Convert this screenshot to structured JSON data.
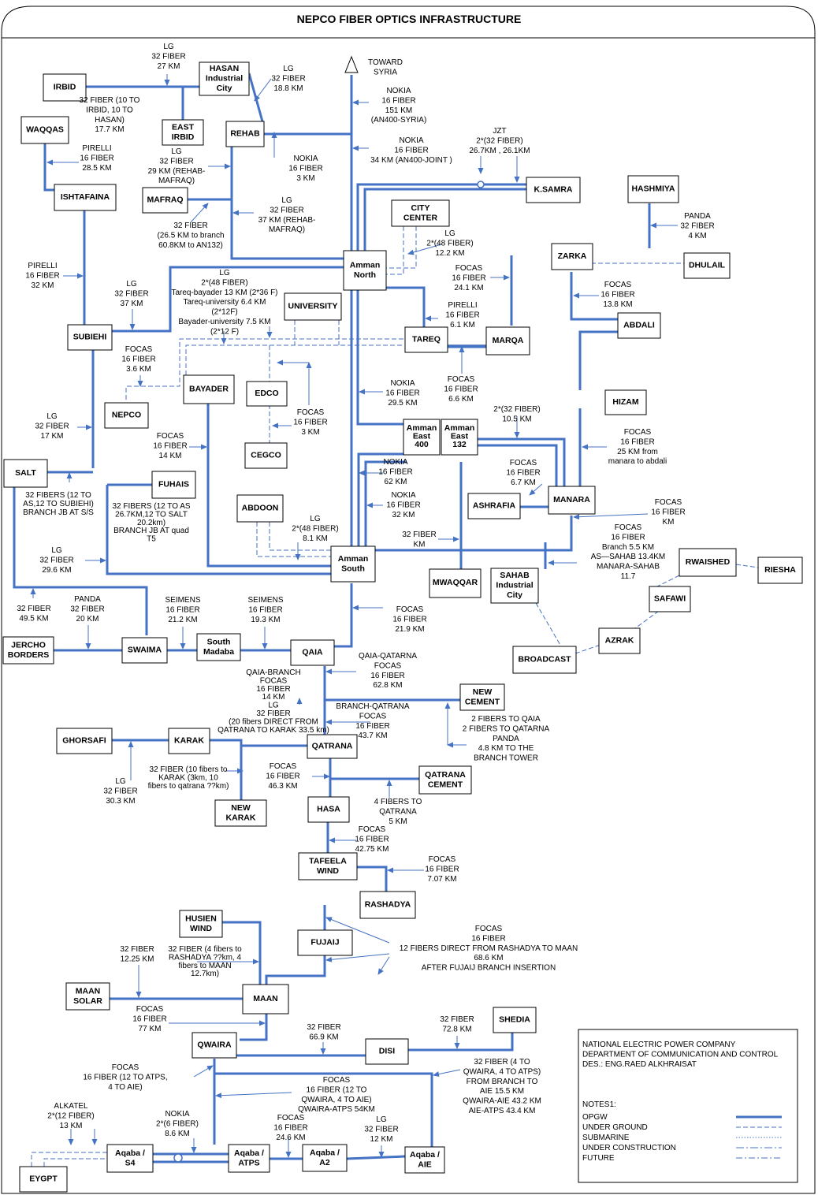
{
  "title": "NEPCO FIBER OPTICS INFRASTRUCTURE",
  "colors": {
    "opgw": "#4472C4",
    "ground": "#4472C4",
    "text": "#000000",
    "frame": "#000000"
  },
  "nodes": [
    {
      "id": "irbid",
      "lines": [
        "IRBID"
      ]
    },
    {
      "id": "hasan",
      "lines": [
        "HASAN",
        "Industrial",
        "City"
      ]
    },
    {
      "id": "east_irbid",
      "lines": [
        "EAST",
        "IRBID"
      ]
    },
    {
      "id": "rehab",
      "lines": [
        "REHAB"
      ]
    },
    {
      "id": "waqqas",
      "lines": [
        "WAQQAS"
      ]
    },
    {
      "id": "ishtafaina",
      "lines": [
        "ISHTAFAINA"
      ]
    },
    {
      "id": "mafraq",
      "lines": [
        "MAFRAQ"
      ]
    },
    {
      "id": "ksamra",
      "lines": [
        "K.SAMRA"
      ]
    },
    {
      "id": "hashmiya",
      "lines": [
        "HASHMIYA"
      ]
    },
    {
      "id": "city_center",
      "lines": [
        "CITY",
        "CENTER"
      ]
    },
    {
      "id": "zarka",
      "lines": [
        "ZARKA"
      ]
    },
    {
      "id": "dhulail",
      "lines": [
        "DHULAIL"
      ]
    },
    {
      "id": "amman_north",
      "lines": [
        "Amman",
        "North"
      ]
    },
    {
      "id": "university",
      "lines": [
        "UNIVERSITY"
      ]
    },
    {
      "id": "subiehi",
      "lines": [
        "SUBIEHI"
      ]
    },
    {
      "id": "tareq",
      "lines": [
        "TAREQ"
      ]
    },
    {
      "id": "marqa",
      "lines": [
        "MARQA"
      ]
    },
    {
      "id": "abdali",
      "lines": [
        "ABDALI"
      ]
    },
    {
      "id": "bayader",
      "lines": [
        "BAYADER"
      ]
    },
    {
      "id": "edco",
      "lines": [
        "EDCO"
      ]
    },
    {
      "id": "nepco",
      "lines": [
        "NEPCO"
      ]
    },
    {
      "id": "hizam",
      "lines": [
        "HIZAM"
      ]
    },
    {
      "id": "amman_east_400",
      "lines": [
        "Amman",
        "East",
        "400"
      ]
    },
    {
      "id": "amman_east_132",
      "lines": [
        "Amman",
        "East",
        "132"
      ]
    },
    {
      "id": "cegco",
      "lines": [
        "CEGCO"
      ]
    },
    {
      "id": "salt",
      "lines": [
        "SALT"
      ]
    },
    {
      "id": "fuhais",
      "lines": [
        "FUHAIS"
      ]
    },
    {
      "id": "ashrafia",
      "lines": [
        "ASHRAFIA"
      ]
    },
    {
      "id": "manara",
      "lines": [
        "MANARA"
      ]
    },
    {
      "id": "abdoon",
      "lines": [
        "ABDOON"
      ]
    },
    {
      "id": "amman_south",
      "lines": [
        "Amman",
        "South"
      ]
    },
    {
      "id": "mwaqqar",
      "lines": [
        "MWAQQAR"
      ]
    },
    {
      "id": "sahab",
      "lines": [
        "SAHAB",
        "Industrial",
        "City"
      ]
    },
    {
      "id": "rwaished",
      "lines": [
        "RWAISHED"
      ]
    },
    {
      "id": "riesha",
      "lines": [
        "RIESHA"
      ]
    },
    {
      "id": "safawi",
      "lines": [
        "SAFAWI"
      ]
    },
    {
      "id": "azrak",
      "lines": [
        "AZRAK"
      ]
    },
    {
      "id": "broadcast",
      "lines": [
        "BROADCAST"
      ]
    },
    {
      "id": "jercho",
      "lines": [
        "JERCHO",
        "BORDERS"
      ]
    },
    {
      "id": "swaima",
      "lines": [
        "SWAIMA"
      ]
    },
    {
      "id": "south_madaba",
      "lines": [
        "South",
        "Madaba"
      ]
    },
    {
      "id": "qaia",
      "lines": [
        "QAIA"
      ]
    },
    {
      "id": "new_cement",
      "lines": [
        "NEW",
        "CEMENT"
      ]
    },
    {
      "id": "ghorsafi",
      "lines": [
        "GHORSAFI"
      ]
    },
    {
      "id": "karak",
      "lines": [
        "KARAK"
      ]
    },
    {
      "id": "qatrana",
      "lines": [
        "QATRANA"
      ]
    },
    {
      "id": "qatrana_cement",
      "lines": [
        "QATRANA",
        "CEMENT"
      ]
    },
    {
      "id": "new_karak",
      "lines": [
        "NEW",
        "KARAK"
      ]
    },
    {
      "id": "hasa",
      "lines": [
        "HASA"
      ]
    },
    {
      "id": "tafeela",
      "lines": [
        "TAFEELA",
        "WIND"
      ]
    },
    {
      "id": "rashadya",
      "lines": [
        "RASHADYA"
      ]
    },
    {
      "id": "husien",
      "lines": [
        "HUSIEN",
        "WIND"
      ]
    },
    {
      "id": "fujaij",
      "lines": [
        "FUJAIJ"
      ]
    },
    {
      "id": "maan_solar",
      "lines": [
        "MAAN",
        "SOLAR"
      ]
    },
    {
      "id": "maan",
      "lines": [
        "MAAN"
      ]
    },
    {
      "id": "shedia",
      "lines": [
        "SHEDIA"
      ]
    },
    {
      "id": "qwaira",
      "lines": [
        "QWAIRA"
      ]
    },
    {
      "id": "disi",
      "lines": [
        "DISI"
      ]
    },
    {
      "id": "aqaba_s4",
      "lines": [
        "Aqaba /",
        "S4"
      ]
    },
    {
      "id": "aqaba_atps",
      "lines": [
        "Aqaba /",
        "ATPS"
      ]
    },
    {
      "id": "aqaba_a2",
      "lines": [
        "Aqaba /",
        "A2"
      ]
    },
    {
      "id": "aqaba_aie",
      "lines": [
        "Aqaba /",
        "AIE"
      ]
    },
    {
      "id": "egypt",
      "lines": [
        "EYGPT"
      ]
    }
  ],
  "labels": [
    {
      "id": "l_syria",
      "lines": [
        "TOWARD",
        "SYRIA"
      ]
    },
    {
      "id": "l1",
      "lines": [
        "LG",
        "32 FIBER",
        "27 KM"
      ]
    },
    {
      "id": "l2",
      "lines": [
        "LG",
        "32 FIBER",
        "18.8 KM"
      ]
    },
    {
      "id": "l3",
      "lines": [
        "32 FIBER (10 TO",
        "IRBID, 10 TO",
        "HASAN)",
        "17.7 KM"
      ]
    },
    {
      "id": "l4",
      "lines": [
        "NOKIA",
        "16 FIBER",
        "151 KM",
        "(AN400-SYRIA)"
      ]
    },
    {
      "id": "l5",
      "lines": [
        "PIRELLI",
        "16 FIBER",
        "28.5 KM"
      ]
    },
    {
      "id": "l6",
      "lines": [
        "LG",
        "32 FIBER",
        "29 KM (REHAB-",
        "MAFRAQ)"
      ]
    },
    {
      "id": "l7",
      "lines": [
        "NOKIA",
        "16 FIBER",
        "3 KM"
      ]
    },
    {
      "id": "l8",
      "lines": [
        "NOKIA",
        "16 FIBER",
        "34 KM (AN400-JOINT )"
      ]
    },
    {
      "id": "l9",
      "lines": [
        "JZT",
        "2*(32 FIBER)",
        "26.7KM , 26.1KM"
      ]
    },
    {
      "id": "l10",
      "lines": [
        "LG",
        "32 FIBER",
        "37 KM (REHAB-",
        "MAFRAQ)"
      ]
    },
    {
      "id": "l11",
      "lines": [
        "32 FIBER",
        "(26.5 KM to branch",
        "60.8KM to AN132)"
      ]
    },
    {
      "id": "l12",
      "lines": [
        "PANDA",
        "32 FIBER",
        "4 KM"
      ]
    },
    {
      "id": "l13",
      "lines": [
        "LG",
        "2*(48 FIBER)",
        "12.2 KM"
      ]
    },
    {
      "id": "l14",
      "lines": [
        "PIRELLI",
        "16 FIBER",
        "32 KM"
      ]
    },
    {
      "id": "l15",
      "lines": [
        "LG",
        "32 FIBER",
        "37 KM"
      ]
    },
    {
      "id": "l16",
      "lines": [
        "LG",
        "2*(48 FIBER)",
        "Tareq-bayader 13 KM (2*36 F)",
        "Tareq-university 6.4 KM",
        "(2*12F)",
        "Bayader-university 7.5 KM",
        "(2*12 F)"
      ]
    },
    {
      "id": "l17",
      "lines": [
        "FOCAS",
        "16 FIBER",
        "24.1 KM"
      ]
    },
    {
      "id": "l18",
      "lines": [
        "FOCAS",
        "16 FIBER",
        "13.8 KM"
      ]
    },
    {
      "id": "l19",
      "lines": [
        "PIRELLI",
        "16 FIBER",
        "6.1 KM"
      ]
    },
    {
      "id": "l20",
      "lines": [
        "FOCAS",
        "16 FIBER",
        "3.6 KM"
      ]
    },
    {
      "id": "l21",
      "lines": [
        "NOKIA",
        "16 FIBER",
        "29.5 KM"
      ]
    },
    {
      "id": "l22",
      "lines": [
        "FOCAS",
        "16 FIBER",
        "6.6 KM"
      ]
    },
    {
      "id": "l23",
      "lines": [
        "2*(32 FIBER)",
        "10.5 KM"
      ]
    },
    {
      "id": "l24",
      "lines": [
        "FOCAS",
        "16 FIBER",
        "3 KM"
      ]
    },
    {
      "id": "l25",
      "lines": [
        "LG",
        "32 FIBER",
        "17 KM"
      ]
    },
    {
      "id": "l26",
      "lines": [
        "FOCAS",
        "16 FIBER",
        "14 KM"
      ]
    },
    {
      "id": "l27",
      "lines": [
        "FOCAS",
        "16 FIBER",
        "25 KM from",
        "manara to abdali"
      ]
    },
    {
      "id": "l28",
      "lines": [
        "NOKIA",
        "16 FIBER",
        "62 KM"
      ]
    },
    {
      "id": "l29",
      "lines": [
        "FOCAS",
        "16 FIBER",
        "6.7 KM"
      ]
    },
    {
      "id": "l30",
      "lines": [
        "32 FIBERS (12 TO",
        "AS,12 TO SUBIEHI)",
        "BRANCH JB AT S/S"
      ]
    },
    {
      "id": "l31",
      "lines": [
        "32 FIBERS (12 TO AS",
        "26.7KM,12 TO SALT",
        "20.2km)",
        "BRANCH JB AT quad",
        "T5"
      ]
    },
    {
      "id": "l32",
      "lines": [
        "NOKIA",
        "16 FIBER",
        "32 KM"
      ]
    },
    {
      "id": "l33",
      "lines": [
        "FOCAS",
        "16 FIBER",
        "KM"
      ]
    },
    {
      "id": "l34",
      "lines": [
        "LG",
        "2*(48 FIBER)",
        "8.1 KM"
      ]
    },
    {
      "id": "l35",
      "lines": [
        "32 FIBER",
        "KM"
      ]
    },
    {
      "id": "l36",
      "lines": [
        "FOCAS",
        "16 FIBER",
        "Branch 5.5 KM",
        "AS—SAHAB 13.4KM",
        "MANARA-SAHAB",
        "11.7"
      ]
    },
    {
      "id": "l37",
      "lines": [
        "LG",
        "32 FIBER",
        "29.6 KM"
      ]
    },
    {
      "id": "l38",
      "lines": [
        "32 FIBER",
        "49.5 KM"
      ]
    },
    {
      "id": "l39",
      "lines": [
        "PANDA",
        "32 FIBER",
        "20  KM"
      ]
    },
    {
      "id": "l40",
      "lines": [
        "SEIMENS",
        "16 FIBER",
        "21.2  KM"
      ]
    },
    {
      "id": "l41",
      "lines": [
        "SEIMENS",
        "16 FIBER",
        "19.3  KM"
      ]
    },
    {
      "id": "l42",
      "lines": [
        "FOCAS",
        "16 FIBER",
        "21.9 KM"
      ]
    },
    {
      "id": "l43",
      "lines": [
        "QAIA-QATARNA",
        "FOCAS",
        "16 FIBER",
        "62.8 KM"
      ]
    },
    {
      "id": "l44",
      "lines": [
        "QAIA-BRANCH",
        "FOCAS",
        "16 FIBER",
        "14 KM",
        "LG",
        "32 FIBER",
        "(20 fibers DIRECT FROM",
        "QATRANA TO KARAK 33.5 km)"
      ]
    },
    {
      "id": "l45",
      "lines": [
        "BRANCH-QATRANA",
        "FOCAS",
        "16 FIBER",
        "43.7 KM"
      ]
    },
    {
      "id": "l46",
      "lines": [
        "2 FIBERS TO QAIA",
        "2 FIBERS TO QATARNA",
        "PANDA",
        "4.8 KM TO THE",
        "BRANCH TOWER"
      ]
    },
    {
      "id": "l47",
      "lines": [
        "32 FIBER (10 fibers to",
        "KARAK (3km, 10",
        "fibers to qatrana ??km)"
      ]
    },
    {
      "id": "l48",
      "lines": [
        "LG",
        "32 FIBER",
        "30.3 KM"
      ]
    },
    {
      "id": "l49",
      "lines": [
        "FOCAS",
        "16 FIBER",
        "46.3 KM"
      ]
    },
    {
      "id": "l50",
      "lines": [
        "4 FIBERS TO",
        "QATRANA",
        "5 KM"
      ]
    },
    {
      "id": "l51",
      "lines": [
        "FOCAS",
        "16 FIBER",
        "42.75 KM"
      ]
    },
    {
      "id": "l52",
      "lines": [
        "FOCAS",
        "16 FIBER",
        "7.07 KM"
      ]
    },
    {
      "id": "l53",
      "lines": [
        "FOCAS",
        "16 FIBER",
        "12 FIBERS DIRECT FROM RASHADYA TO MAAN",
        "68.6 KM",
        "AFTER FUJAIJ BRANCH INSERTION"
      ]
    },
    {
      "id": "l54",
      "lines": [
        "32 FIBER",
        "12.25 KM"
      ]
    },
    {
      "id": "l55",
      "lines": [
        "32 FIBER (4 fibers to",
        "RASHADYA ??km, 4",
        "fibers to MAAN",
        "12.7km)"
      ]
    },
    {
      "id": "l56",
      "lines": [
        "FOCAS",
        "16 FIBER",
        "77 KM"
      ]
    },
    {
      "id": "l57",
      "lines": [
        "32 FIBER",
        "66.9 KM"
      ]
    },
    {
      "id": "l58",
      "lines": [
        "32 FIBER",
        "72.8 KM"
      ]
    },
    {
      "id": "l59",
      "lines": [
        "FOCAS",
        "16 FIBER (12 TO ATPS,",
        "4 TO AIE)"
      ]
    },
    {
      "id": "l60",
      "lines": [
        "FOCAS",
        "16 FIBER (12 TO",
        "QWAIRA, 4 TO AIE)",
        "QWAIRA-ATPS 54KM"
      ]
    },
    {
      "id": "l61",
      "lines": [
        "32 FIBER (4 TO",
        "QWAIRA, 4 TO ATPS)",
        "FROM BRANCH TO",
        "AIE 15.5 KM",
        "QWAIRA-AIE 43.2 KM",
        "AIE-ATPS 43.4 KM"
      ]
    },
    {
      "id": "l62",
      "lines": [
        "ALKATEL",
        "2*(12 FIBER)",
        "13 KM"
      ]
    },
    {
      "id": "l63",
      "lines": [
        "NOKIA",
        "2*(6 FIBER)",
        "8.6 KM"
      ]
    },
    {
      "id": "l64",
      "lines": [
        "FOCAS",
        "16 FIBER",
        "24.6 KM"
      ]
    },
    {
      "id": "l65",
      "lines": [
        "LG",
        "32 FIBER",
        "12 KM"
      ]
    }
  ],
  "legend": {
    "company": [
      "NATIONAL ELECTRIC POWER COMPANY",
      "DEPARTMENT OF COMMUNICATION AND CONTROL",
      "DES.: ENG.RAED ALKHRAISAT"
    ],
    "notes_title": "NOTES1:",
    "items": [
      "OPGW",
      "UNDER GROUND",
      "SUBMARINE",
      "UNDER CONSTRUCTION",
      "FUTURE"
    ]
  }
}
